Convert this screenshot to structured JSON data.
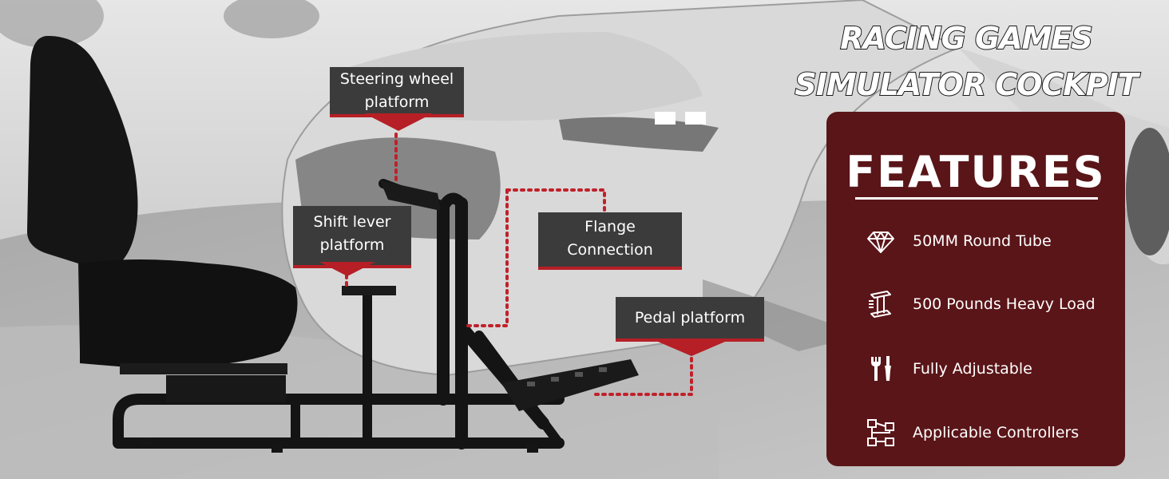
{
  "heading": {
    "line1": "RACING GAMES",
    "line2": "SIMULATOR COCKPIT"
  },
  "features": {
    "title": "FEATURES",
    "items": [
      {
        "icon": "diamond-icon",
        "label": "50MM Round Tube"
      },
      {
        "icon": "steel-beam-icon",
        "label": "500 Pounds Heavy Load"
      },
      {
        "icon": "tools-icon",
        "label": "Fully Adjustable"
      },
      {
        "icon": "flowchart-icon",
        "label": "Applicable  Controllers"
      }
    ]
  },
  "callouts": {
    "steering_line1": "Steering wheel",
    "steering_line2": "platform",
    "shift_line1": "Shift lever",
    "shift_line2": "platform",
    "flange_line1": "Flange",
    "flange_line2": "Connection",
    "pedal": "Pedal platform"
  },
  "colors": {
    "panel": "#5a1518",
    "accent": "#b61f25",
    "label_bg": "#3b3b3b",
    "dots": "#c0212a"
  }
}
